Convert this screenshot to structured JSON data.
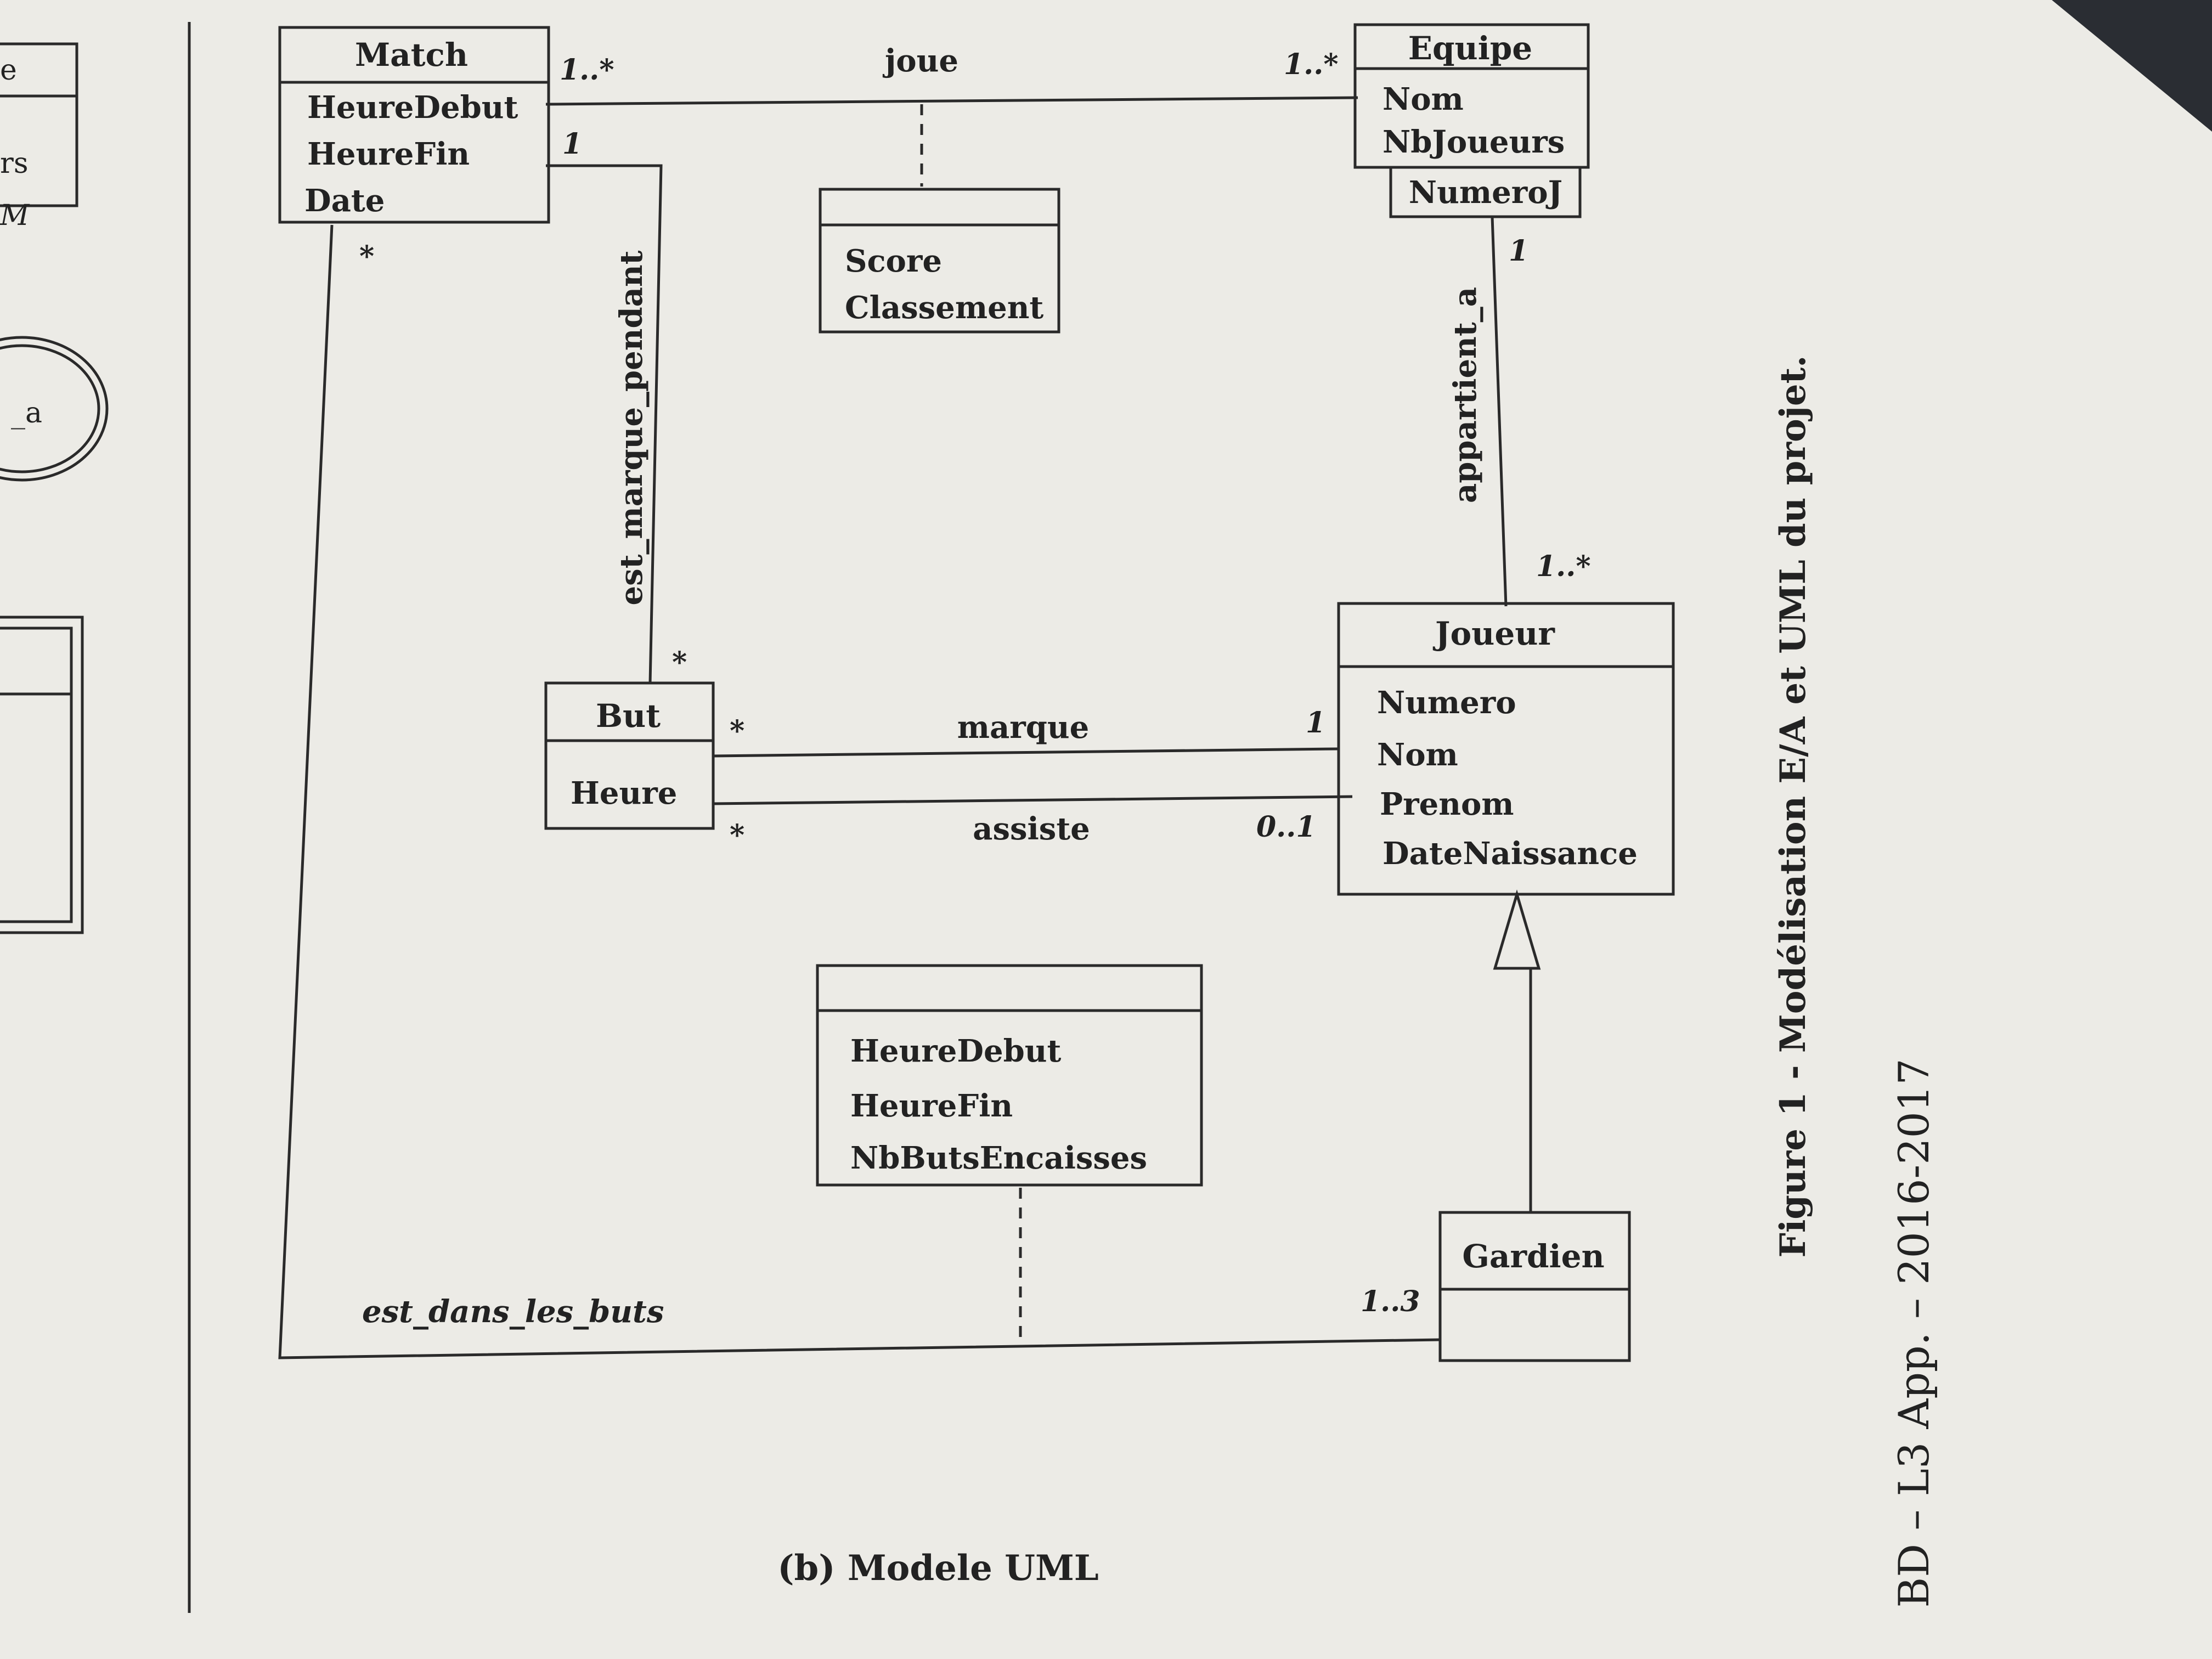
{
  "classes": {
    "match": {
      "name": "Match",
      "attrs": [
        "HeureDebut",
        "HeureFin",
        "Date"
      ]
    },
    "equipe": {
      "name": "Equipe",
      "attrs": [
        "Nom",
        "NbJoueurs"
      ],
      "qualifier": "NumeroJ"
    },
    "score": {
      "name": "",
      "attrs": [
        "Score",
        "Classement"
      ]
    },
    "but": {
      "name": "But",
      "attrs": [
        "Heure"
      ]
    },
    "joueur": {
      "name": "Joueur",
      "attrs": [
        "Numero",
        "Nom",
        "Prenom",
        "DateNaissance"
      ]
    },
    "periode": {
      "name": "",
      "attrs": [
        "HeureDebut",
        "HeureFin",
        "NbButsEncaisses"
      ]
    },
    "gardien": {
      "name": "Gardien",
      "attrs": []
    }
  },
  "associations": {
    "joue": {
      "label": "joue",
      "mult_match": "1..*",
      "mult_equipe": "1..*"
    },
    "est_marque_pendant": {
      "label": "est_marque_pendant",
      "mult_match": "1",
      "mult_but": "*"
    },
    "appartient_a": {
      "label": "appartient_a",
      "mult_equipe": "1",
      "mult_joueur": "1..*"
    },
    "marque": {
      "label": "marque",
      "mult_but": "*",
      "mult_joueur": "1"
    },
    "assiste": {
      "label": "assiste",
      "mult_but": "*",
      "mult_joueur": "0..1"
    },
    "est_dans_les_buts": {
      "label": "est_dans_les_buts",
      "mult_match": "*",
      "mult_gardien": "1..3"
    }
  },
  "caption": "(b) Modele UML",
  "figure_caption": "Figure 1 - Modélisation E/A et UML du projet.",
  "footer": "BD – L3 App. – 2016-2017",
  "left_fragments": [
    "e",
    "rs",
    "M",
    "_a"
  ]
}
